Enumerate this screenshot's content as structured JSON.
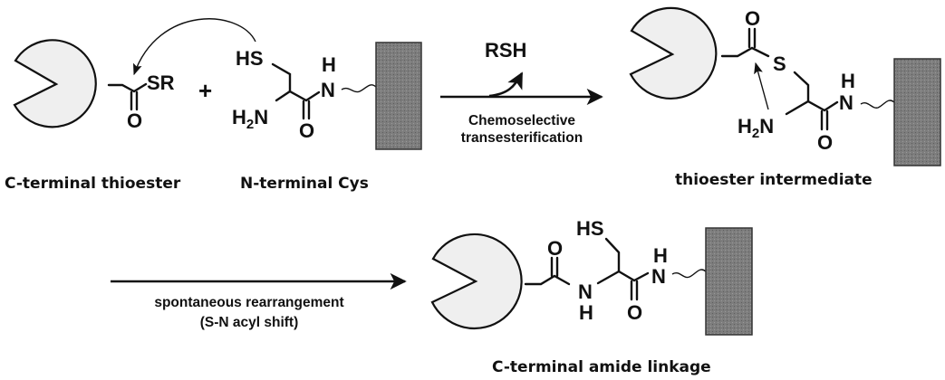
{
  "title": "Native chemical ligation scheme",
  "colors": {
    "ink": "#111111",
    "protein_fill": "#efefef",
    "solid_support_fill": "#7d7d7d"
  },
  "reactants": {
    "thioester": {
      "label": "C-terminal thioester",
      "atoms": {
        "sr": "SR",
        "o": "O"
      }
    },
    "plus": "+",
    "cysteine": {
      "label": "N-terminal Cys",
      "atoms": {
        "hs": "HS",
        "h2n_h": "H",
        "h2n_sub": "2",
        "h2n_n": "N",
        "o": "O",
        "nh_h": "H",
        "nh_n": "N"
      }
    }
  },
  "step1": {
    "byproduct": "RSH",
    "condition_line1": "Chemoselective",
    "condition_line2": "transesterification"
  },
  "intermediate": {
    "label": "thioester intermediate",
    "atoms": {
      "o_top": "O",
      "s": "S",
      "h2n_h": "H",
      "h2n_sub": "2",
      "h2n_n": "N",
      "o": "O",
      "nh_h": "H",
      "nh_n": "N"
    }
  },
  "step2": {
    "condition_line1": "spontaneous rearrangement",
    "condition_line2": "(S-N acyl shift)"
  },
  "product": {
    "label": "C-terminal amide linkage",
    "atoms": {
      "o_top": "O",
      "amide_n": "N",
      "amide_h": "H",
      "hs": "HS",
      "o": "O",
      "nh_h": "H",
      "nh_n": "N"
    }
  }
}
